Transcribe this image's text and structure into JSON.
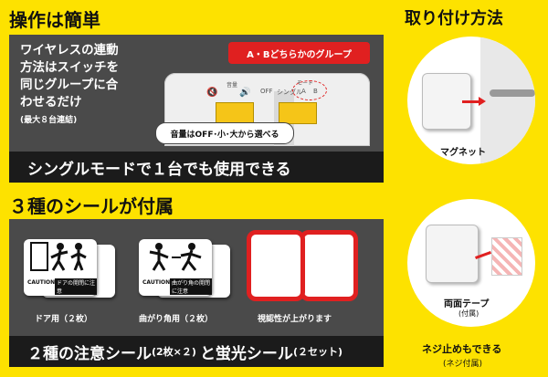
{
  "section1": {
    "title": "操作は簡単",
    "desc_lines": [
      "ワイヤレスの連動",
      "方法はスイッチを",
      "同じグループに合",
      "わせるだけ"
    ],
    "desc_note": "(最大８台連結)",
    "callout_group": "A・Bどちらかのグループ",
    "callout_volume": "音量はOFF･小･大から選べる",
    "device_labels": {
      "volume": "音量",
      "mode": "モード",
      "off": "OFF",
      "single": "シングル",
      "a": "A",
      "b": "B"
    },
    "bar": "シングルモードで１台でも使用できる"
  },
  "section2": {
    "title": "３種のシールが付属",
    "captions": [
      "ドア用（２枚）",
      "曲がり角用（２枚）",
      "視認性が上がります"
    ],
    "sticker_caution_1": "ドアの開閉に注意",
    "sticker_caution_2": "曲がり角の開閉に注意",
    "caution_word": "CAUTION",
    "bar_main_1": "２種の注意シール",
    "bar_small_1": "(2枚×２)",
    "bar_mid": "と蛍光シール",
    "bar_small_2": "(２セット)"
  },
  "right": {
    "title": "取り付け方法",
    "magnet": "マグネット",
    "tape": "両面テープ",
    "tape_note": "(付属)",
    "screw": "ネジ止めもできる",
    "screw_note": "(ネジ付属)"
  },
  "colors": {
    "bg": "#fde200",
    "panel": "#4a4a4a",
    "bar": "#1b1b1b",
    "accent_red": "#e02020",
    "switch_yellow": "#f5c518"
  }
}
